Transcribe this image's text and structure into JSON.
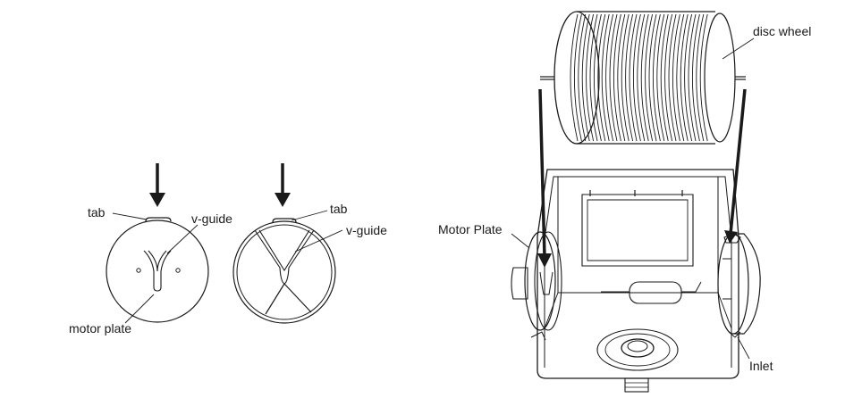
{
  "labels": {
    "tab_left": "tab",
    "vguide_left": "v-guide",
    "motor_plate_left": "motor plate",
    "tab_right": "tab",
    "vguide_right": "v-guide",
    "disc_wheel": "disc wheel",
    "motor_plate_right": "Motor Plate",
    "inlet": "Inlet"
  },
  "colors": {
    "ink": "#1a1a1a",
    "background": "#ffffff"
  }
}
